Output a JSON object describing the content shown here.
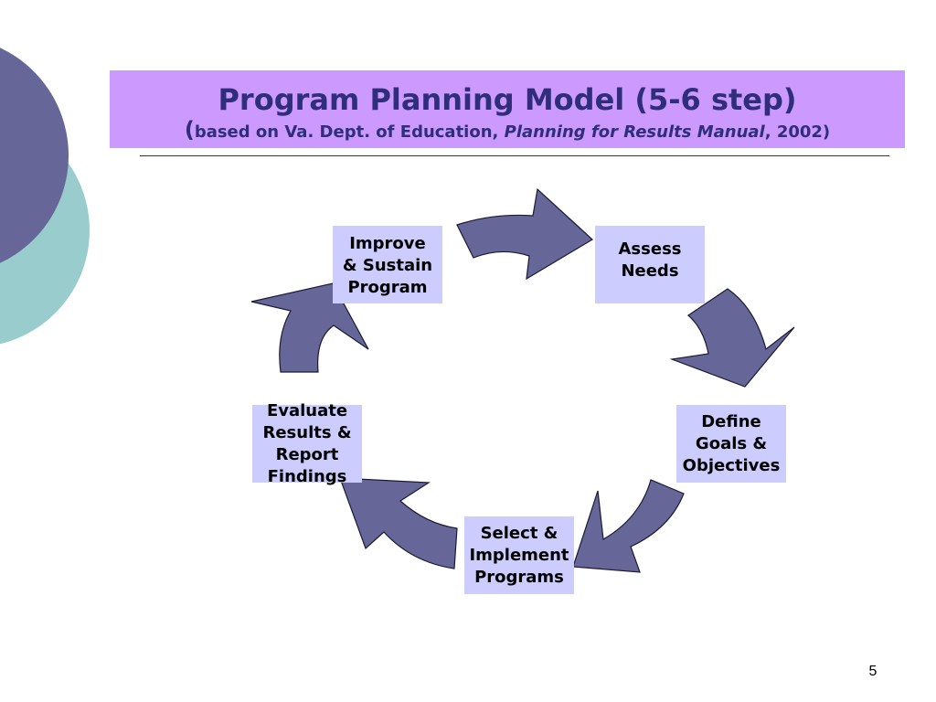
{
  "slide": {
    "title": "Program Planning Model (5-6 step)",
    "subtitle": {
      "open_paren": "(",
      "lead": "based on Va. Dept. of Education, ",
      "manual": "Planning for Results Manual",
      "tail": ", 2002)"
    },
    "page_number": "5"
  },
  "steps": [
    {
      "id": "improve",
      "label": "Improve\n& Sustain\nProgram"
    },
    {
      "id": "assess",
      "label": "Assess\nNeeds"
    },
    {
      "id": "define",
      "label": "Define\nGoals &\nObjectives"
    },
    {
      "id": "select",
      "label": "Select &\nImplement\nPrograms"
    },
    {
      "id": "evaluate",
      "label": "Evaluate\nResults &\nReport\nFindings"
    }
  ],
  "colors": {
    "banner": "#cc99ff",
    "title_text": "#2e2e7a",
    "step_box": "#ccccff",
    "arrow_fill": "#666699",
    "circle_purple": "#666699",
    "circle_teal": "#99cccc"
  },
  "icons": {
    "arrow": "curved-arrow-icon"
  }
}
